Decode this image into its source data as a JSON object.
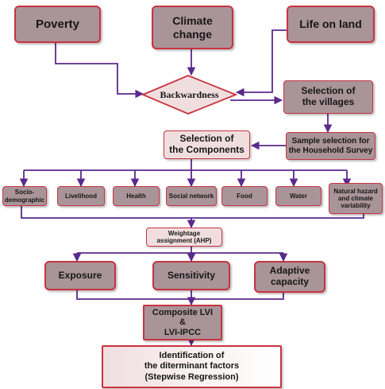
{
  "nodes": {
    "poverty": "Poverty",
    "climate_change": "Climate change",
    "life_on_land": "Life on land",
    "backwardness": "Backwardness",
    "selection_villages": [
      "Selection of",
      "the villages"
    ],
    "selection_components": [
      "Selection of",
      "the Components"
    ],
    "sample_selection": [
      "Sample selection for",
      "the Household Survey"
    ],
    "components": [
      [
        "Socio-",
        "demographic"
      ],
      [
        "Livelihood"
      ],
      [
        "Health"
      ],
      [
        "Social network"
      ],
      [
        "Food"
      ],
      [
        "Water"
      ],
      [
        "Natural hazard",
        "and climate",
        "variability"
      ]
    ],
    "weightage": [
      "Weightage",
      "assignment (AHP)"
    ],
    "exposure": "Exposure",
    "sensitivity": "Sensitivity",
    "adaptive_capacity": [
      "Adaptive",
      "capacity"
    ],
    "composite_lvi": [
      "Composite LVI",
      "&",
      "LVI-IPCC"
    ],
    "identification": [
      "Identification of",
      "the diterminant factors",
      "(Stepwise Regression)"
    ]
  },
  "colors": {
    "connector": "#5a2a8c",
    "border": "#c8333f",
    "dark_fill": "#a9949a",
    "light_fill": "#f0dedf"
  }
}
